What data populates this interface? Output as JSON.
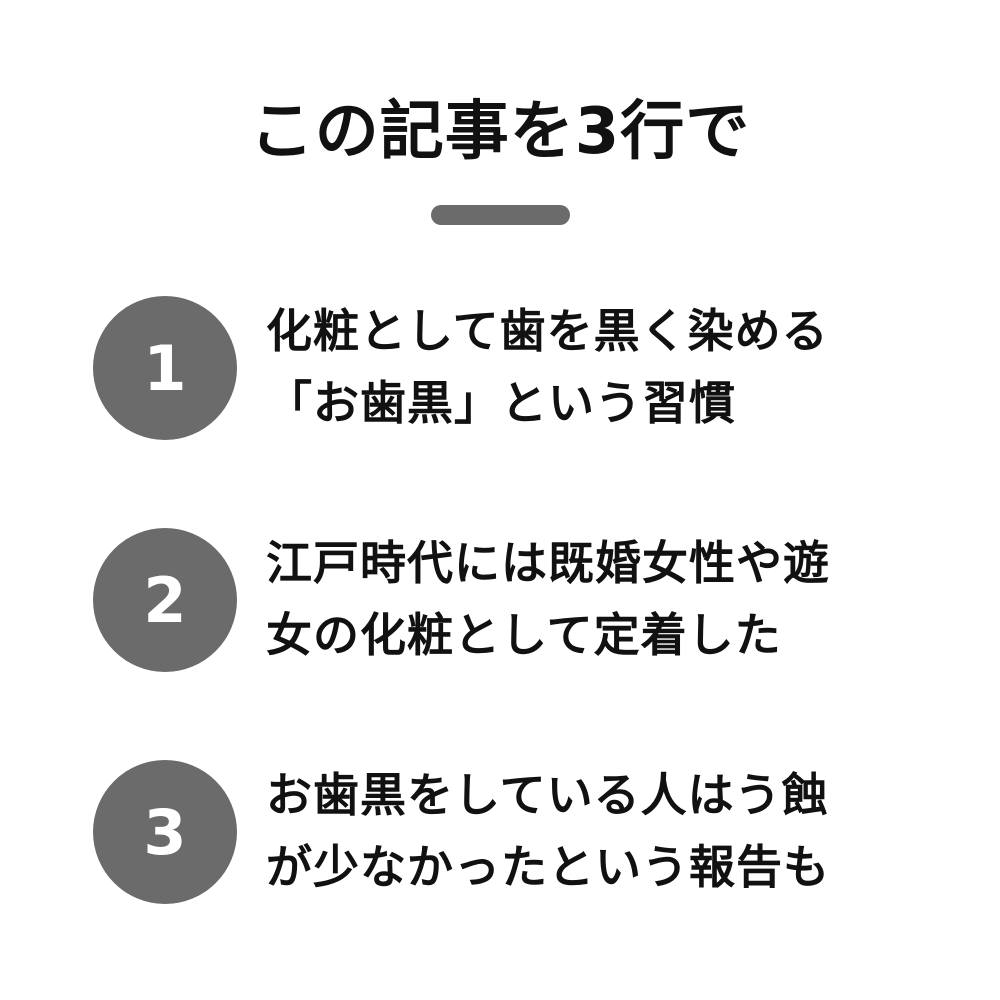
{
  "title": "この記事を3行で",
  "colors": {
    "accent": "#6b6b6b",
    "text": "#111111",
    "background": "#ffffff"
  },
  "points": [
    {
      "number": "1",
      "lines": [
        "化粧として歯を黒く染める",
        "「お歯黒」という習慣"
      ]
    },
    {
      "number": "2",
      "lines": [
        "江戸時代には既婚女性や遊",
        "女の化粧として定着した"
      ]
    },
    {
      "number": "3",
      "lines": [
        "お歯黒をしている人はう蝕",
        "が少なかったという報告も"
      ]
    }
  ]
}
